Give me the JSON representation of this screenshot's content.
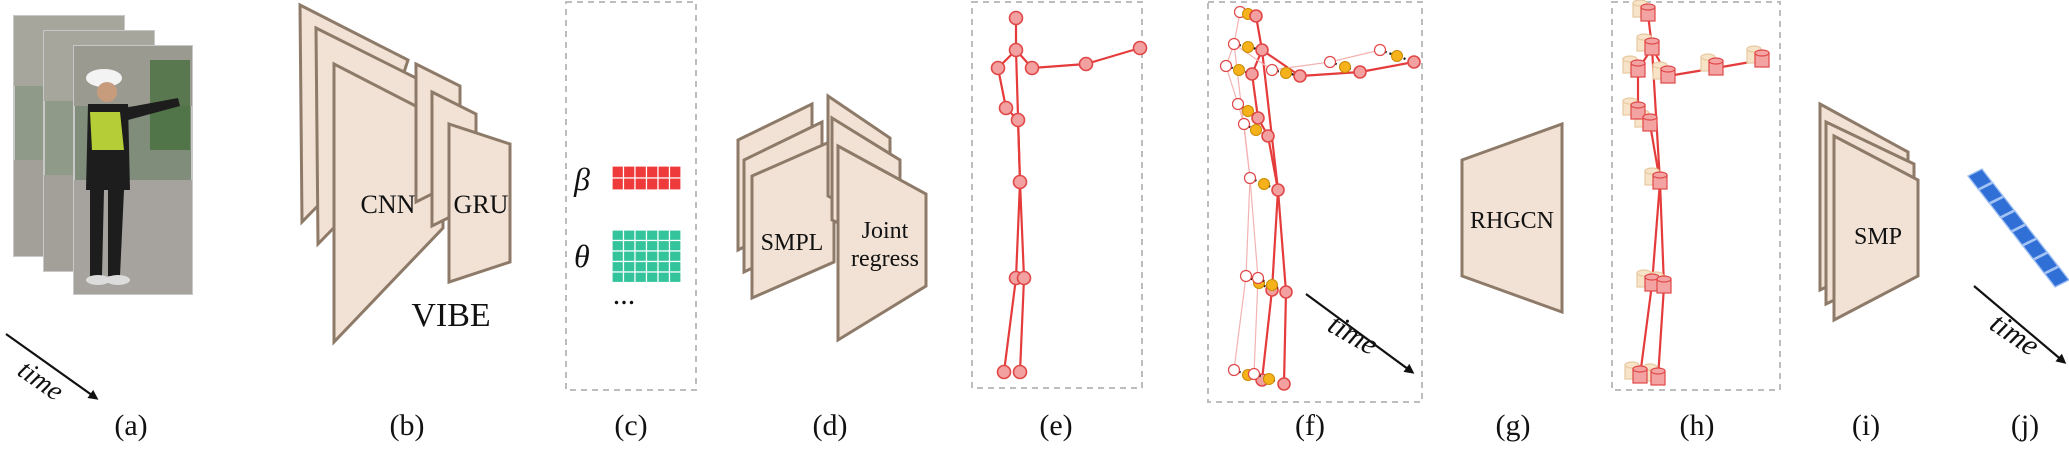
{
  "captions": [
    "(a)",
    "(b)",
    "(c)",
    "(d)",
    "(e)",
    "(f)",
    "(g)",
    "(h)",
    "(i)",
    "(j)"
  ],
  "time_label": "time",
  "vibe": {
    "cnn": "CNN",
    "gru": "GRU",
    "name": "VIBE"
  },
  "params": {
    "beta": "β",
    "theta": "θ",
    "ellipsis": "..."
  },
  "smpl": {
    "smpl": "SMPL",
    "joint_line1": "Joint",
    "joint_line2": "regress"
  },
  "rhgcn": "RHGCN",
  "smp": "SMP",
  "colors": {
    "block_fill": "#f1e2d5",
    "block_stroke": "#8e7a68",
    "beta_grid": "#ee3a3a",
    "theta_grid": "#33c49c",
    "skeleton": "#e53b3b",
    "joint_fill": "#f2a0a0",
    "motion_marker": "#f6b21b",
    "output_vector": "#2f6fd6"
  },
  "icons": [
    "person-photo-frame",
    "time-arrow",
    "skeleton",
    "cylinder-joints",
    "output-vector"
  ]
}
